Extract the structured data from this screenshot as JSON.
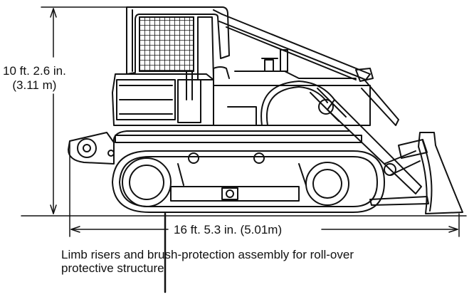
{
  "figure": {
    "height_dimension_imperial": "10 ft. 2.6 in.",
    "height_dimension_metric": "(3.11 m)",
    "length_dimension": "16 ft. 5.3 in. (5.01m)",
    "caption_line_1": "Limb risers and brush-protection assembly for roll-over",
    "caption_line_2": "protective structure"
  },
  "colors": {
    "ink": "#111111",
    "background": "#ffffff"
  }
}
